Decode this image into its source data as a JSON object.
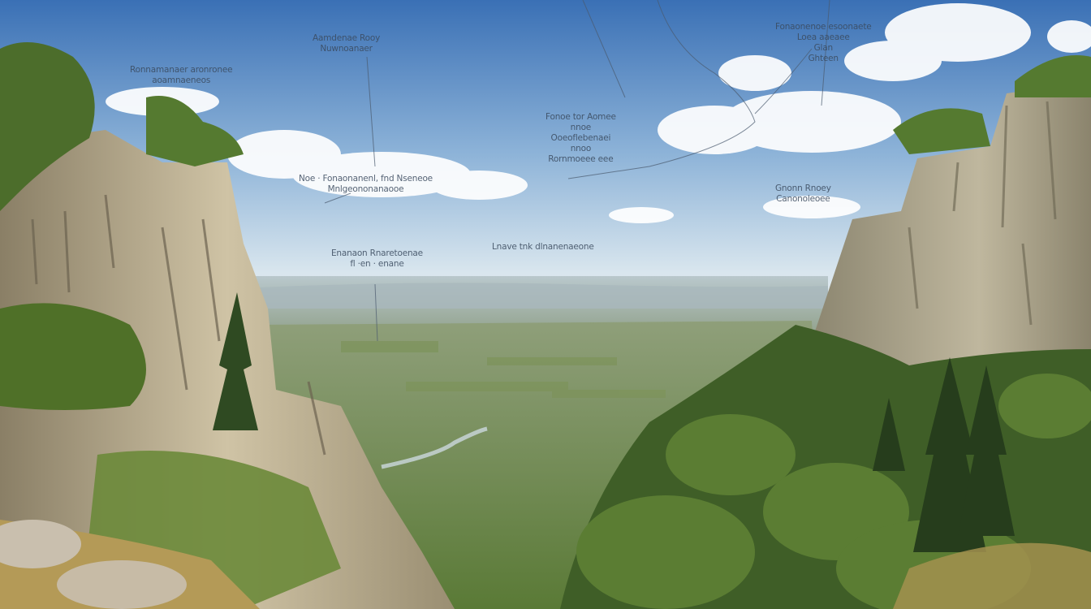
{
  "scene": {
    "description_colors": {
      "sky_top": "#3f74b8",
      "sky_horizon": "#dfe9ef",
      "cliff_light": "#c9bd9f",
      "cliff_shadow": "#6f6652",
      "forest_dark": "#2f4a22",
      "forest_light": "#6f8c3c",
      "grass": "#b59b54"
    }
  },
  "annotations": [
    {
      "id": "a1",
      "lines": [
        "Aamdenae Rooy",
        "Nuwnoanaer"
      ]
    },
    {
      "id": "a2",
      "lines": [
        "Ronnamanaer aronronee",
        "aoamnaeneos"
      ]
    },
    {
      "id": "a3",
      "lines": [
        "Fonoe tor Aomee",
        "nnoe",
        "Ooeoflebenaei",
        "nnoo",
        "Rornmoeee eee"
      ]
    },
    {
      "id": "a4",
      "lines": [
        "Fonaonenoe esoonaete",
        "Loea aaeaee",
        "Glan",
        "Ghteen"
      ]
    },
    {
      "id": "a5",
      "lines": [
        "Noe · Fonaonanenl, fnd Nseneoe",
        "Mnlgeononanaooe"
      ]
    },
    {
      "id": "a6",
      "lines": [
        "Enanaon Rnaretoenae",
        "fl ·en · enane"
      ]
    },
    {
      "id": "a7",
      "lines": [
        "Lnave tnk dlnanenaeone"
      ]
    },
    {
      "id": "a8",
      "lines": [
        "Gnonn Rnoey",
        "Canonoleoee"
      ]
    }
  ]
}
